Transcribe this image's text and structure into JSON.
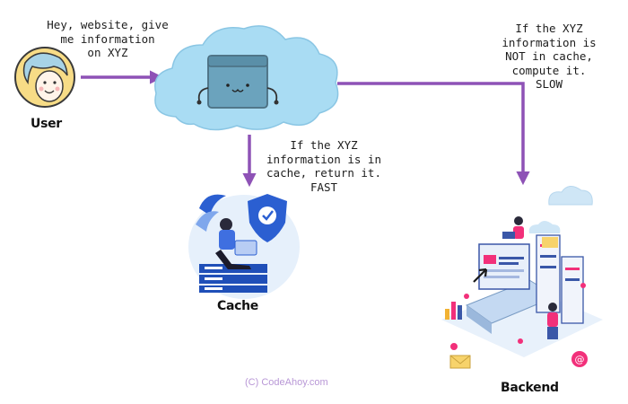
{
  "nodes": {
    "user": {
      "label": "User"
    },
    "cache": {
      "label": "Cache"
    },
    "backend": {
      "label": "Backend"
    }
  },
  "annotations": {
    "request": "Hey, website, give\nme information\non XYZ",
    "cache_hit": "If the XYZ\ninformation is in\ncache, return it.\nFAST",
    "cache_miss": "If the XYZ\ninformation is\nNOT in cache,\ncompute it.\nSLOW"
  },
  "credit": "(C) CodeAhoy.com",
  "colors": {
    "arrow": "#8e52b6",
    "cloud": "#a9dcf3",
    "avatar_bg": "#f7dc86",
    "cache_blue": "#1f4fb8",
    "backend_pink": "#f2307a"
  },
  "icons": {
    "user": "user-avatar-icon",
    "website": "website-cloud-icon",
    "cache": "cache-server-illustration",
    "backend": "backend-datacenter-illustration"
  }
}
